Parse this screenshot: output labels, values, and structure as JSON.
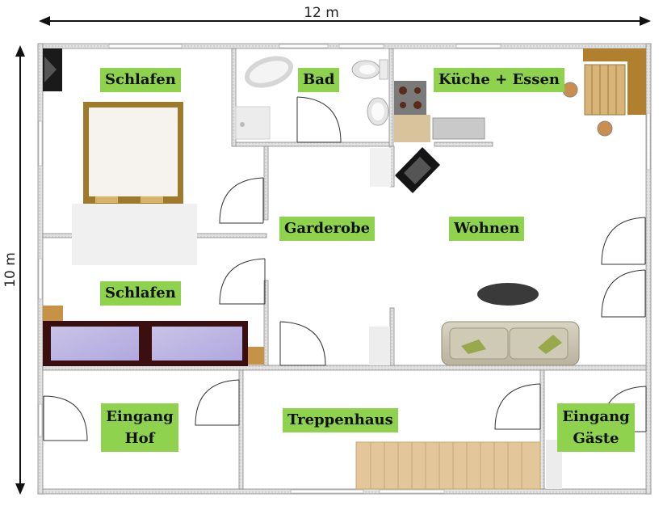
{
  "dimensions": {
    "width_label": "12 m",
    "height_label": "10 m"
  },
  "rooms": {
    "schlafen_1": {
      "label": "Schlafen"
    },
    "bad": {
      "label": "Bad"
    },
    "kueche": {
      "label": "Küche + Essen"
    },
    "garderobe": {
      "label": "Garderobe"
    },
    "wohnen": {
      "label": "Wohnen"
    },
    "schlafen_2": {
      "label": "Schlafen"
    },
    "eingang_hof": {
      "line1": "Eingang",
      "line2": "Hof"
    },
    "treppenhaus": {
      "label": "Treppenhaus"
    },
    "eingang_gaeste": {
      "line1": "Eingang",
      "line2": "Gäste"
    }
  },
  "colors": {
    "label_bg": "#8fd24e",
    "wall": "#d8d8d8",
    "wall_edge": "#8a8a8a",
    "wood": "#e3c79a"
  }
}
